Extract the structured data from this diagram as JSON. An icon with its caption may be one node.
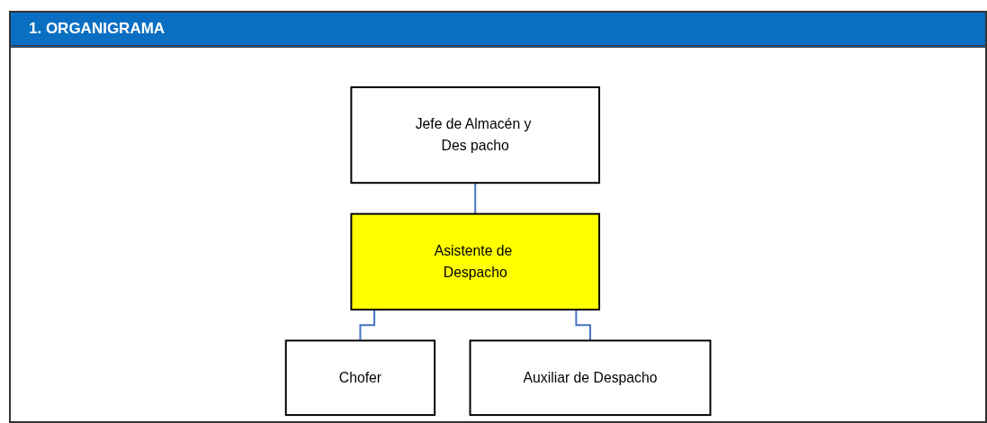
{
  "diagram": {
    "title": "1. ORGANIGRAMA",
    "nodes": [
      {
        "text": [
          "Jefe de Almacén y Des pacho"
        ]
      },
      {
        "text": [
          "Asistente de Despacho"
        ]
      },
      {
        "text": [
          "Chofer"
        ]
      },
      {
        "text": [
          "Auxiliar de Despacho"
        ]
      }
    ],
    "edges": [
      {
        "from": 0,
        "to": 1,
        "arrow": "none"
      },
      {
        "from": 1,
        "to": 2,
        "arrow": "none"
      },
      {
        "from": 1,
        "to": 3,
        "arrow": "none"
      }
    ]
  }
}
